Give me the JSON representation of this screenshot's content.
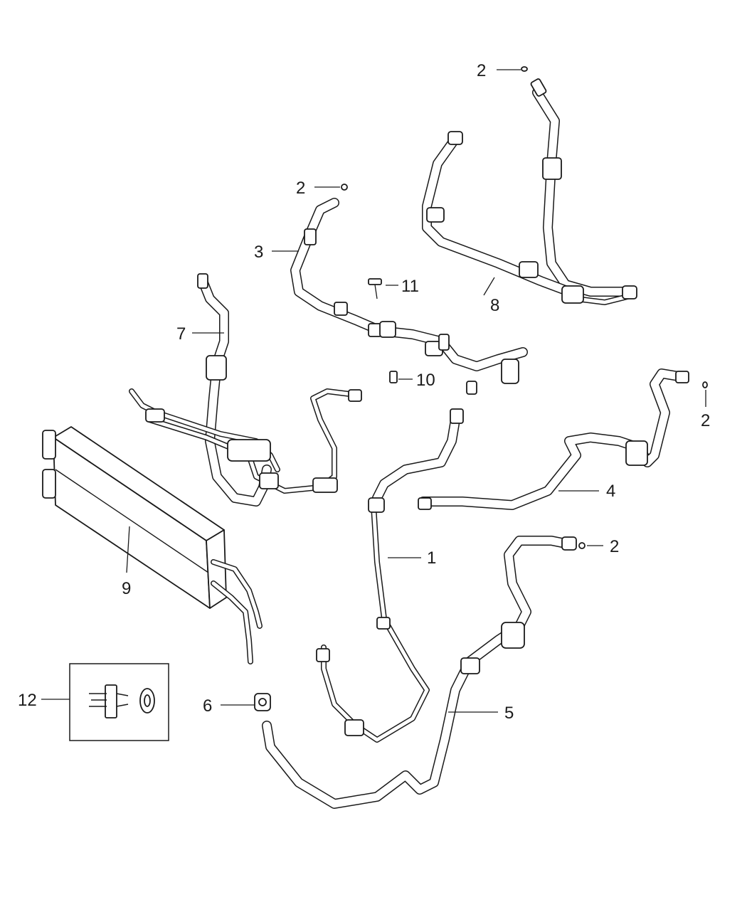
{
  "callouts": {
    "c1": "1",
    "c2a": "2",
    "c2b": "2",
    "c2c": "2",
    "c2d": "2",
    "c3": "3",
    "c4": "4",
    "c5": "5",
    "c6": "6",
    "c7": "7",
    "c8": "8",
    "c9": "9",
    "c10": "10",
    "c11": "11",
    "c12": "12"
  }
}
